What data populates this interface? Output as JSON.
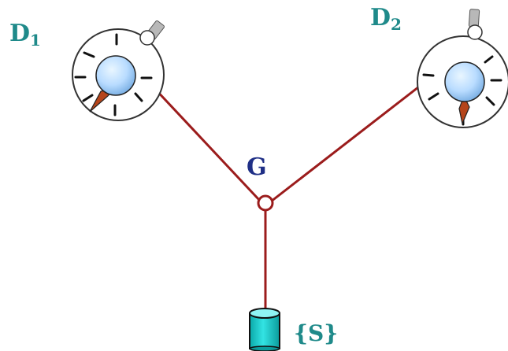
{
  "labels": {
    "d1": "D",
    "d1_sub": "1",
    "d2": "D",
    "d2_sub": "2",
    "g": "G",
    "s": "{S}"
  },
  "colors": {
    "label_teal": "#1f8a8a",
    "label_navy": "#1f2f86",
    "string": "#9b1c1c",
    "lens_blue": "#b9dcff",
    "weight_cyan": "#14c8c8"
  },
  "icons": {
    "dynamometer": "dynamometer-icon",
    "ring": "ring-icon",
    "weight": "weight-icon"
  }
}
